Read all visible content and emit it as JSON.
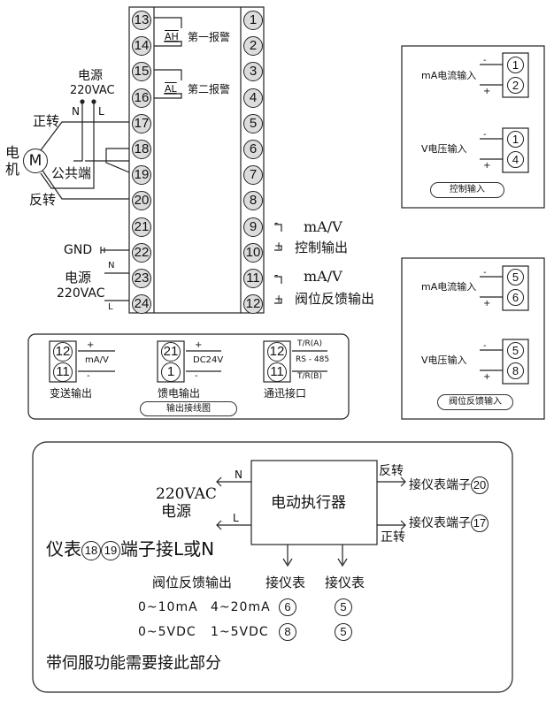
{
  "left_terminals": [
    "13",
    "14",
    "15",
    "16",
    "17",
    "18",
    "19",
    "20",
    "21",
    "22",
    "23",
    "24"
  ],
  "right_terminals": [
    "1",
    "2",
    "3",
    "4",
    "5",
    "6",
    "7",
    "8",
    "9",
    "10",
    "11",
    "12"
  ],
  "alarm1": {
    "tag": "AH",
    "label": "第一报警"
  },
  "alarm2": {
    "tag": "AL",
    "label": "第二报警"
  },
  "power_top": {
    "line1": "电源",
    "line2": "220VAC",
    "n": "N",
    "l": "L"
  },
  "motor": {
    "symbol": "M",
    "label_top": "电",
    "label_bottom": "机",
    "forward": "正转",
    "common": "公共端",
    "reverse": "反转"
  },
  "gnd": "GND",
  "power_bottom": {
    "line1": "电源",
    "line2": "220VAC",
    "n": "N",
    "l": "L"
  },
  "right_labels": {
    "mav1": "mA/V",
    "control_out": "控制输出",
    "mav2": "mA/V",
    "valve_out": "阀位反馈输出",
    "minus": "-",
    "plus": "+"
  },
  "control_input_box": {
    "ma_label": "mA电流输入",
    "ma_terms": [
      "1",
      "2"
    ],
    "v_label": "V电压输入",
    "v_terms": [
      "1",
      "4"
    ],
    "title": "控制输入",
    "minus": "-",
    "plus": "+"
  },
  "valve_input_box": {
    "ma_label": "mA电流输入",
    "ma_terms": [
      "5",
      "6"
    ],
    "v_label": "V电压输入",
    "v_terms": [
      "5",
      "8"
    ],
    "title": "阀位反馈输入",
    "minus": "-",
    "plus": "+"
  },
  "output_box": {
    "transmit": {
      "terms": [
        "12",
        "11"
      ],
      "signal": "mA/V",
      "label": "变送输出",
      "plus": "+",
      "minus": "-"
    },
    "feed": {
      "terms": [
        "21",
        "1"
      ],
      "signal": "DC24V",
      "label": "馈电输出",
      "plus": "+",
      "minus": "-"
    },
    "comm": {
      "terms": [
        "12",
        "11"
      ],
      "a": "T/R(A)",
      "rs": "RS - 485",
      "b": "T/R(B)",
      "label": "通迅接口"
    },
    "title": "输出接线图"
  },
  "servo_box": {
    "actuator": "电动执行器",
    "power_volt": "220VAC",
    "power_label": "电源",
    "n": "N",
    "l": "L",
    "reverse": "反转",
    "forward": "正转",
    "to_term_20": "接仪表端子",
    "term_20": "20",
    "to_term_17": "接仪表端子",
    "term_17": "17",
    "note_prefix": "仪表",
    "note_t1": "18",
    "note_t2": "19",
    "note_suffix": "端子接L或N",
    "col_header": "阀位反馈输出",
    "col_a": "接仪表",
    "col_b": "接仪表",
    "rows": [
      {
        "range1": "0~10mA",
        "range2": "4~20mA",
        "a": "6",
        "b": "5"
      },
      {
        "range1": "0~5VDC",
        "range2": "1~5VDC",
        "a": "8",
        "b": "5"
      }
    ],
    "footer": "带伺服功能需要接此部分"
  }
}
